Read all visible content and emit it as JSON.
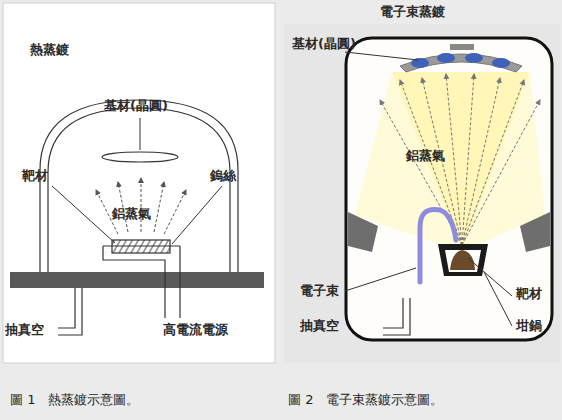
{
  "diagram": {
    "labels": [
      "電子束蒸鍍",
      "熱蒸鍍",
      "基材(晶圓)",
      "靶材",
      "鎢絲",
      "鋁蒸氣",
      "抽真空",
      "高電流電源",
      "基材(晶圓)",
      "鋁蒸氣",
      "電子束",
      "抽真空",
      "靶材",
      "坩鍋",
      "圖 1　熱蒸鍍示意圖。",
      "圖 2　電子束蒸鍍示意圖。"
    ]
  }
}
